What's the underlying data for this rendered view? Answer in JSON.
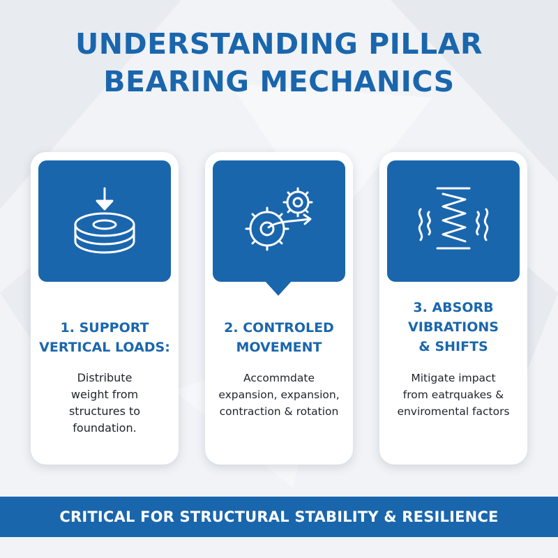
{
  "title": {
    "line1": "UNDERSTANDING PILLAR",
    "line2": "BEARING MECHANICS"
  },
  "cards": [
    {
      "icon": "bearing-load-icon",
      "heading": [
        "1. SUPPORT",
        "VERTICAL LOADS:"
      ],
      "text": [
        "Distribute",
        "weight from",
        "structures to",
        "foundation."
      ]
    },
    {
      "icon": "gears-movement-icon",
      "heading": [
        "2. CONTROLED",
        "MOVEMENT"
      ],
      "text": [
        "Accommdate",
        "expansion, expansion,",
        "contraction & rotation"
      ]
    },
    {
      "icon": "spring-vibration-icon",
      "heading": [
        "3. ABSORB",
        "VIBRATIONS",
        "& SHIFTS"
      ],
      "text": [
        "Mitigate impact",
        "from eatrquakes &",
        "enviromental factors"
      ]
    }
  ],
  "banner": {
    "text": "CRITICAL FOR STRUCTURAL STABILITY & RESILIENCE"
  },
  "colors": {
    "accent": "#1a66ad",
    "background": "#f1f3f6",
    "card": "#ffffff",
    "body_text": "#1f232a"
  }
}
